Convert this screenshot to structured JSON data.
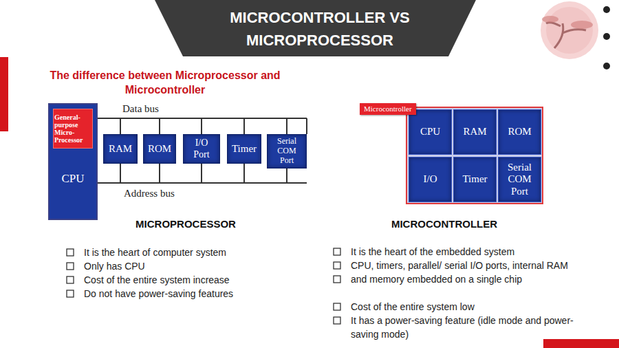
{
  "diagram": {
    "title": "MICROCONTROLLER VS MICROPROCESSOR",
    "nodes": [
      {
        "text": [
          "CPU"
        ]
      },
      {
        "text": [
          "General- purpose Micro- Processor"
        ],
        "in": 0
      },
      {
        "text": [
          "RAM"
        ]
      },
      {
        "text": [
          "ROM"
        ]
      },
      {
        "text": [
          "I/O Port"
        ]
      },
      {
        "text": [
          "Timer"
        ]
      },
      {
        "text": [
          "Serial COM Port"
        ]
      },
      {
        "text": [
          "Microcontroller"
        ]
      },
      {
        "text": [
          "CPU"
        ],
        "in": 7
      },
      {
        "text": [
          "RAM"
        ],
        "in": 7
      },
      {
        "text": [
          "ROM"
        ],
        "in": 7
      },
      {
        "text": [
          "I/O"
        ],
        "in": 7
      },
      {
        "text": [
          "Timer"
        ],
        "in": 7
      },
      {
        "text": [
          "Serial COM Port"
        ],
        "in": 7
      }
    ],
    "edges": [
      {
        "from": 0,
        "to": 2,
        "arrow": "none"
      },
      {
        "from": 0,
        "to": 3,
        "arrow": "none"
      },
      {
        "from": 0,
        "to": 4,
        "arrow": "none"
      },
      {
        "from": 0,
        "to": 5,
        "arrow": "none"
      },
      {
        "from": 0,
        "to": 6,
        "arrow": "none"
      },
      {
        "from": 0,
        "to": 2,
        "arrow": "none"
      },
      {
        "from": 0,
        "to": 3,
        "arrow": "none"
      },
      {
        "from": 0,
        "to": 4,
        "arrow": "none"
      },
      {
        "from": 0,
        "to": 5,
        "arrow": "none"
      },
      {
        "from": 0,
        "to": 6,
        "arrow": "none"
      }
    ],
    "labels": [
      "The difference between Microprocessor and Microcontroller",
      "Data bus",
      "Address bus",
      "MICROPROCESSOR",
      "It is the heart of computer system",
      "Only has CPU",
      "Cost of the entire system increase",
      "Do not have power-saving features",
      "MICROCONTROLLER",
      "It is the heart of the embedded system",
      "CPU, timers, parallel/ serial I/O ports, internal RAM and memory embedded on a single chip",
      "Cost of the entire system low",
      "It has a power-saving feature (idle mode and power-saving mode)"
    ]
  }
}
